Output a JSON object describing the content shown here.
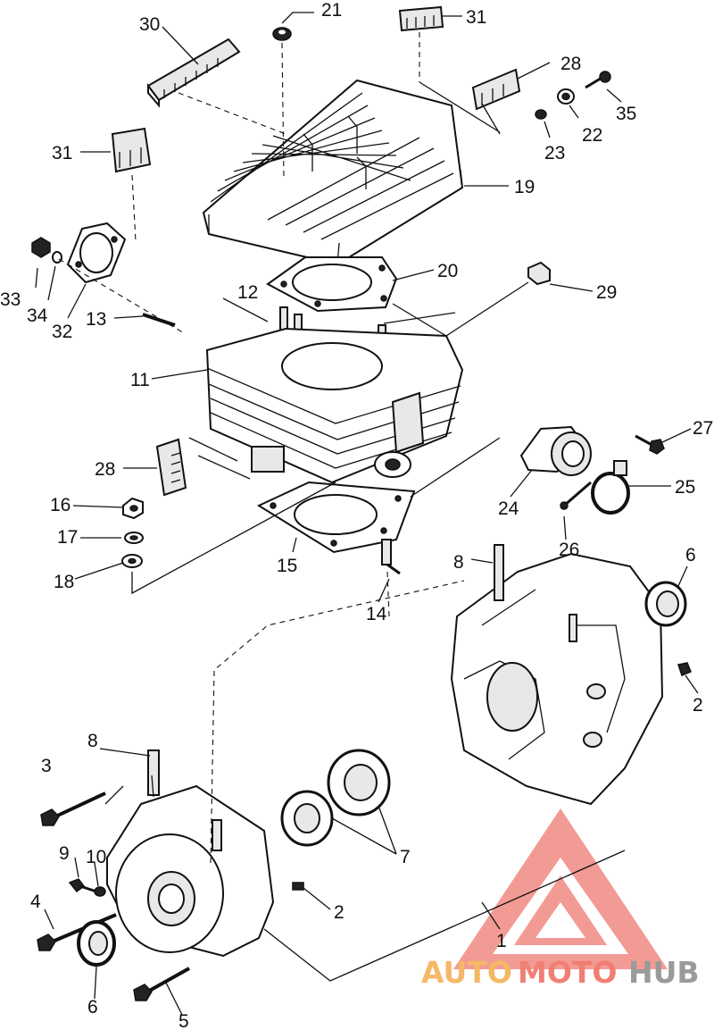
{
  "diagram": {
    "callouts": [
      {
        "id": "30",
        "text": "30"
      },
      {
        "id": "21",
        "text": "21"
      },
      {
        "id": "31a",
        "text": "31"
      },
      {
        "id": "28a",
        "text": "28"
      },
      {
        "id": "35",
        "text": "35"
      },
      {
        "id": "22",
        "text": "22"
      },
      {
        "id": "23",
        "text": "23"
      },
      {
        "id": "31b",
        "text": "31"
      },
      {
        "id": "19",
        "text": "19"
      },
      {
        "id": "20",
        "text": "20"
      },
      {
        "id": "29",
        "text": "29"
      },
      {
        "id": "33",
        "text": "33"
      },
      {
        "id": "34",
        "text": "34"
      },
      {
        "id": "32",
        "text": "32"
      },
      {
        "id": "12",
        "text": "12"
      },
      {
        "id": "13",
        "text": "13"
      },
      {
        "id": "11",
        "text": "11"
      },
      {
        "id": "27",
        "text": "27"
      },
      {
        "id": "28b",
        "text": "28"
      },
      {
        "id": "25",
        "text": "25"
      },
      {
        "id": "24",
        "text": "24"
      },
      {
        "id": "16",
        "text": "16"
      },
      {
        "id": "17",
        "text": "17"
      },
      {
        "id": "26",
        "text": "26"
      },
      {
        "id": "18",
        "text": "18"
      },
      {
        "id": "15",
        "text": "15"
      },
      {
        "id": "8a",
        "text": "8"
      },
      {
        "id": "6a",
        "text": "6"
      },
      {
        "id": "14",
        "text": "14"
      },
      {
        "id": "2a",
        "text": "2"
      },
      {
        "id": "8b",
        "text": "8"
      },
      {
        "id": "3",
        "text": "3"
      },
      {
        "id": "7",
        "text": "7"
      },
      {
        "id": "9",
        "text": "9"
      },
      {
        "id": "10",
        "text": "10"
      },
      {
        "id": "4",
        "text": "4"
      },
      {
        "id": "2b",
        "text": "2"
      },
      {
        "id": "1",
        "text": "1"
      },
      {
        "id": "6b",
        "text": "6"
      },
      {
        "id": "5",
        "text": "5"
      }
    ]
  },
  "watermark": {
    "part1": "AUTO",
    "part2": "MOTO",
    "part3": "HUB",
    "colors": {
      "auto": "#f5b867",
      "moto": "#f07f74",
      "hub": "#9a9a9a",
      "logo": "#f08a82"
    }
  }
}
